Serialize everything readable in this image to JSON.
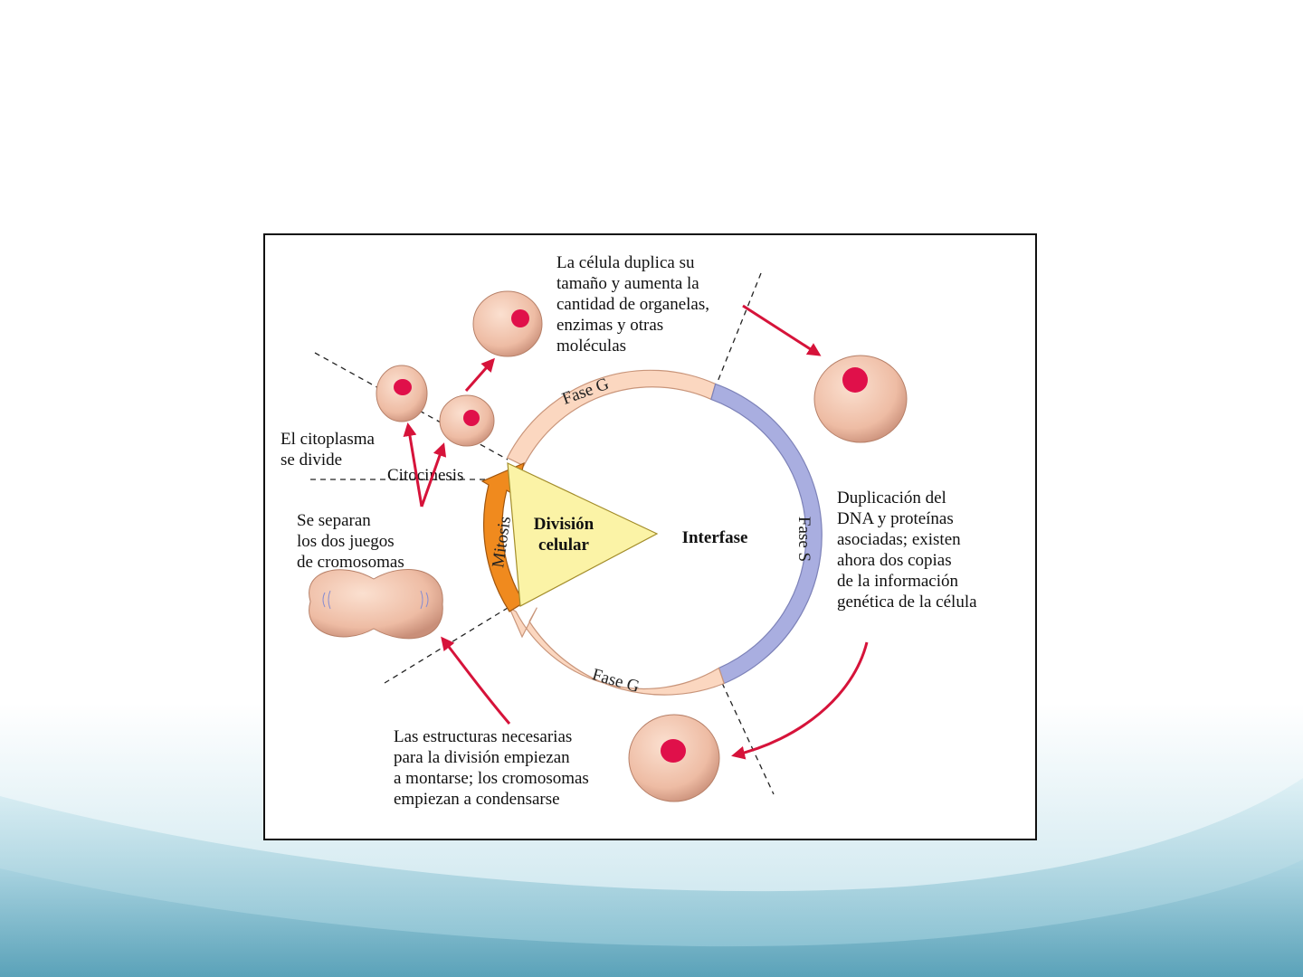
{
  "diagram": {
    "phases": {
      "g1_label": "Fase G",
      "s_label": "Fase S",
      "g2_label": "Fase G",
      "mitosis_label": "Mitosis",
      "center_label_line1": "División",
      "center_label_line2": "celular",
      "interphase_label": "Interfase",
      "cytokinesis_label": "Citocinesis"
    },
    "annotations": {
      "g1_growth": [
        "La célula duplica su",
        "tamaño y aumenta la",
        "cantidad de organelas,",
        "enzimas y otras",
        "moléculas"
      ],
      "s_replication": [
        "Duplicación del",
        "DNA y proteínas",
        "asociadas; existen",
        "ahora dos copias",
        "de la información",
        "genética de la célula"
      ],
      "g2_preparation": [
        "Las estructuras necesarias",
        "para la división empiezan",
        "a montarse; los cromosomas",
        "empiezan a condensarse"
      ],
      "cytoplasm": [
        "El citoplasma",
        "se divide"
      ],
      "chromosomes": [
        "Se separan",
        "los dos juegos",
        "de cromosomas"
      ]
    },
    "colors": {
      "g_phase_fill": "#fbd7c0",
      "s_phase_fill": "#a9aee0",
      "mitosis_fill": "#f08a1e",
      "center_wedge": "#fbf3a6",
      "cell_body": "#f0c0a8",
      "nucleus": "#e0104a",
      "arrow_red": "#d6133a"
    }
  }
}
